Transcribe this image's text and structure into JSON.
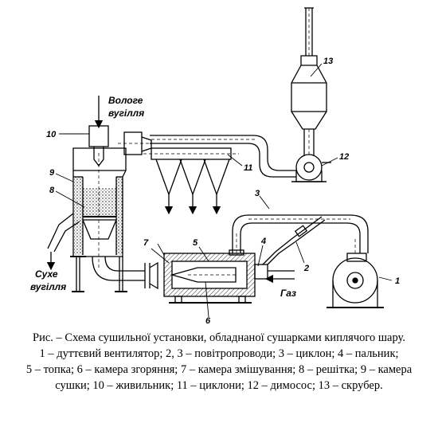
{
  "labels": {
    "wet_coal_line1": "Вологе",
    "wet_coal_line2": "вугілля",
    "dry_coal_line1": "Сухе",
    "dry_coal_line2": "вугілля",
    "gas": "Газ"
  },
  "numbers": [
    "1",
    "2",
    "3",
    "4",
    "5",
    "6",
    "7",
    "8",
    "9",
    "10",
    "11",
    "12",
    "13"
  ],
  "caption": {
    "line1": "Рис. – Схема сушильної установки, обладнаної сушарками киплячого шару.",
    "line2": "1 – дуттєвий вентилятор; 2, 3 – повітропроводи; 3 – циклон; 4 – пальник;",
    "line3": "5 – топка; 6 – камера згоряння; 7 – камера змішування; 8 – решітка; 9 – камера",
    "line4": "сушки; 10 – живильник; 11 – циклони; 12 – димосос; 13 – скрубер."
  }
}
